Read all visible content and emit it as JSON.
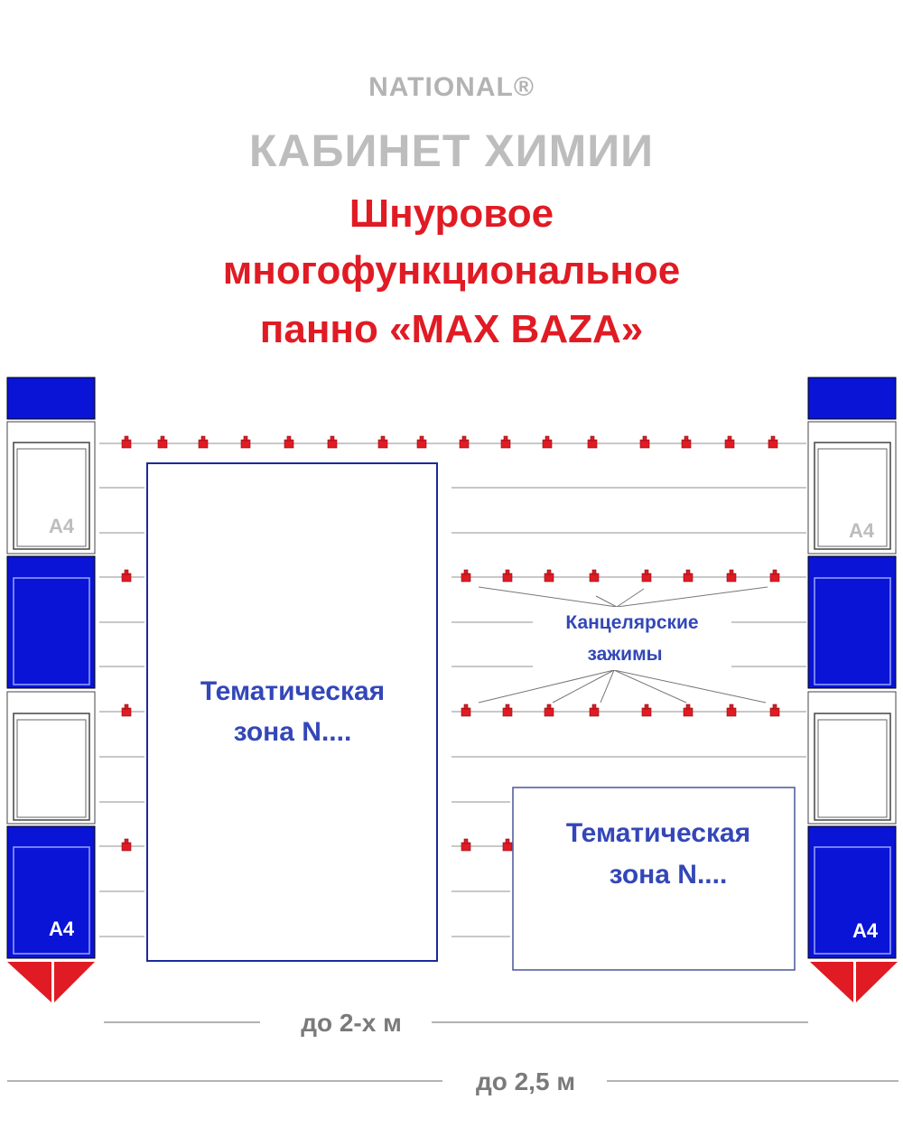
{
  "header": {
    "brand": "NATIONAL®",
    "cabinet": "КАБИНЕТ ХИМИИ",
    "title_line1": "Шнуровое",
    "title_line2": "многофункциональное",
    "title_line3": "панно «MAX BAZA»"
  },
  "zones": {
    "large_line1": "Тематическая",
    "large_line2": "зона N....",
    "small_line1": "Тематическая",
    "small_line2": "зона N...."
  },
  "clips_label": {
    "line1": "Канцелярские",
    "line2": "зажимы"
  },
  "pockets": {
    "a4": "A4"
  },
  "dimensions": {
    "inner": "до 2-х м",
    "outer": "до 2,5 м"
  },
  "colors": {
    "blue": "#0a14d6",
    "red": "#e01b24",
    "zone_text": "#3347b8",
    "gray_text": "#7a7a7a",
    "cord": "#c8c8c8"
  }
}
